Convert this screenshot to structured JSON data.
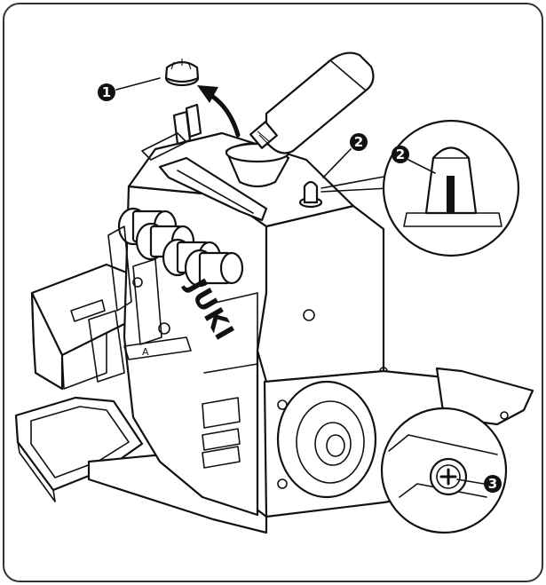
{
  "figure": {
    "brand_label": "JUKI",
    "callouts": [
      "1",
      "2",
      "2",
      "3"
    ],
    "colors": {
      "line": "#111111",
      "background": "#ffffff",
      "frame": "#333333"
    },
    "icons": [
      "arrow-icon",
      "oil-can",
      "oil-cap",
      "oil-gauge",
      "screw"
    ]
  }
}
